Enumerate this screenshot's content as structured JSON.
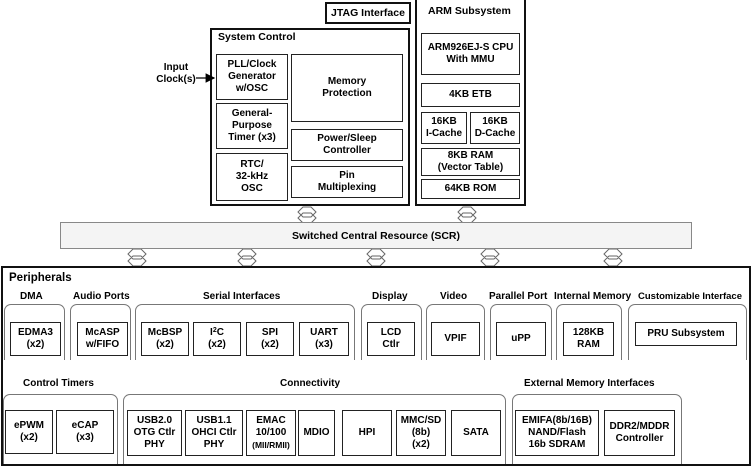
{
  "jtag": "JTAG Interface",
  "arm": {
    "title": "ARM Subsystem",
    "cpu": "ARM926EJ-S CPU\nWith MMU",
    "etb": "4KB ETB",
    "icache": "16KB\nI-Cache",
    "dcache": "16KB\nD-Cache",
    "ram": "8KB RAM\n(Vector Table)",
    "rom": "64KB ROM"
  },
  "system_control": {
    "title": "System Control",
    "input_clock": "Input\nClock(s)",
    "pll": "PLL/Clock\nGenerator\nw/OSC",
    "timer": "General-\nPurpose\nTimer (x3)",
    "rtc": "RTC/\n32-kHz\nOSC",
    "memory_protection": "Memory\nProtection",
    "power_sleep": "Power/Sleep\nController",
    "pin_mux": "Pin\nMultiplexing"
  },
  "scr": "Switched Central Resource (SCR)",
  "peripherals": {
    "title": "Peripherals",
    "dma": {
      "title": "DMA",
      "edma3": "EDMA3\n(x2)"
    },
    "audio": {
      "title": "Audio Ports",
      "mcasp": "McASP\nw/FIFO"
    },
    "serial": {
      "title": "Serial Interfaces",
      "mcbsp": "McBSP\n(x2)",
      "i2c_main": "I",
      "i2c_sup": "2",
      "i2c_rest": "C",
      "i2c_count": "(x2)",
      "spi": "SPI\n(x2)",
      "uart": "UART\n(x3)"
    },
    "display": {
      "title": "Display",
      "lcd": "LCD\nCtlr"
    },
    "video": {
      "title": "Video",
      "vpif": "VPIF"
    },
    "parallel": {
      "title": "Parallel Port",
      "upp": "uPP"
    },
    "internal_memory": {
      "title": "Internal Memory",
      "ram": "128KB\nRAM"
    },
    "custom": {
      "title": "Customizable Interface",
      "pru": "PRU Subsystem"
    },
    "control_timers": {
      "title": "Control Timers",
      "epwm": "ePWM\n(x2)",
      "ecap": "eCAP\n(x3)"
    },
    "connectivity": {
      "title": "Connectivity",
      "usb20": "USB2.0\nOTG Ctlr\nPHY",
      "usb11": "USB1.1\nOHCI Ctlr\nPHY",
      "emac_main": "EMAC\n10/100",
      "emac_sub": "(MII/RMII)",
      "mdio": "MDIO",
      "hpi": "HPI",
      "mmcsd": "MMC/SD\n(8b)\n(x2)",
      "sata": "SATA"
    },
    "ext_memory": {
      "title": "External Memory Interfaces",
      "emifa": "EMIFA(8b/16B)\nNAND/Flash\n16b SDRAM",
      "ddr2": "DDR2/MDDR\nController"
    }
  }
}
